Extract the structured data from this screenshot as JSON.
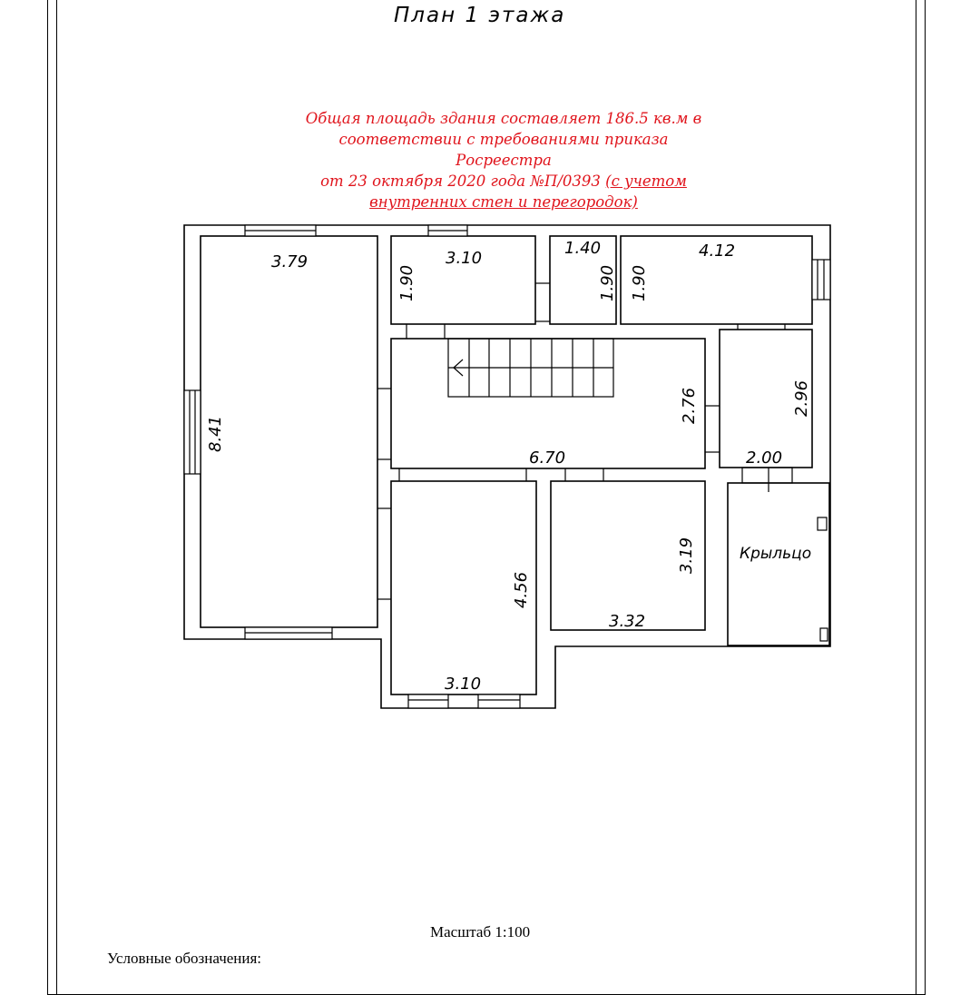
{
  "plan": {
    "title": "План 1 этажа",
    "area_note": {
      "line1": "Общая площадь здания составляет  186.5  кв.м в",
      "line2": "соответствии с требованиями приказа Росреестра",
      "line3a": "от 23 октября 2020 года №П/0393  ",
      "line3b": "(с учетом",
      "line4": "внутренних стен и перегородок)"
    },
    "dimensions": {
      "left_room_width": "3.79",
      "left_room_length": "8.41",
      "top_room_a_width": "3.10",
      "top_room_a_depth": "1.90",
      "top_room_b_width": "1.40",
      "top_room_b_depth": "1.90",
      "top_room_c_width": "4.12",
      "top_room_c_depth": "1.90",
      "hall_length": "6.70",
      "hall_width": "2.76",
      "side_room_depth": "2.96",
      "side_room_width": "2.00",
      "bottom_room_a_length": "4.56",
      "bottom_room_a_width": "3.10",
      "bottom_room_b_depth": "3.19",
      "bottom_room_b_width": "3.32"
    },
    "porch_label": "Крыльцо",
    "scale_label": "Масштаб 1:100",
    "legend_label": "Условные обозначения:"
  },
  "colors": {
    "note_red": "#e0141c",
    "lines": "#000000"
  }
}
